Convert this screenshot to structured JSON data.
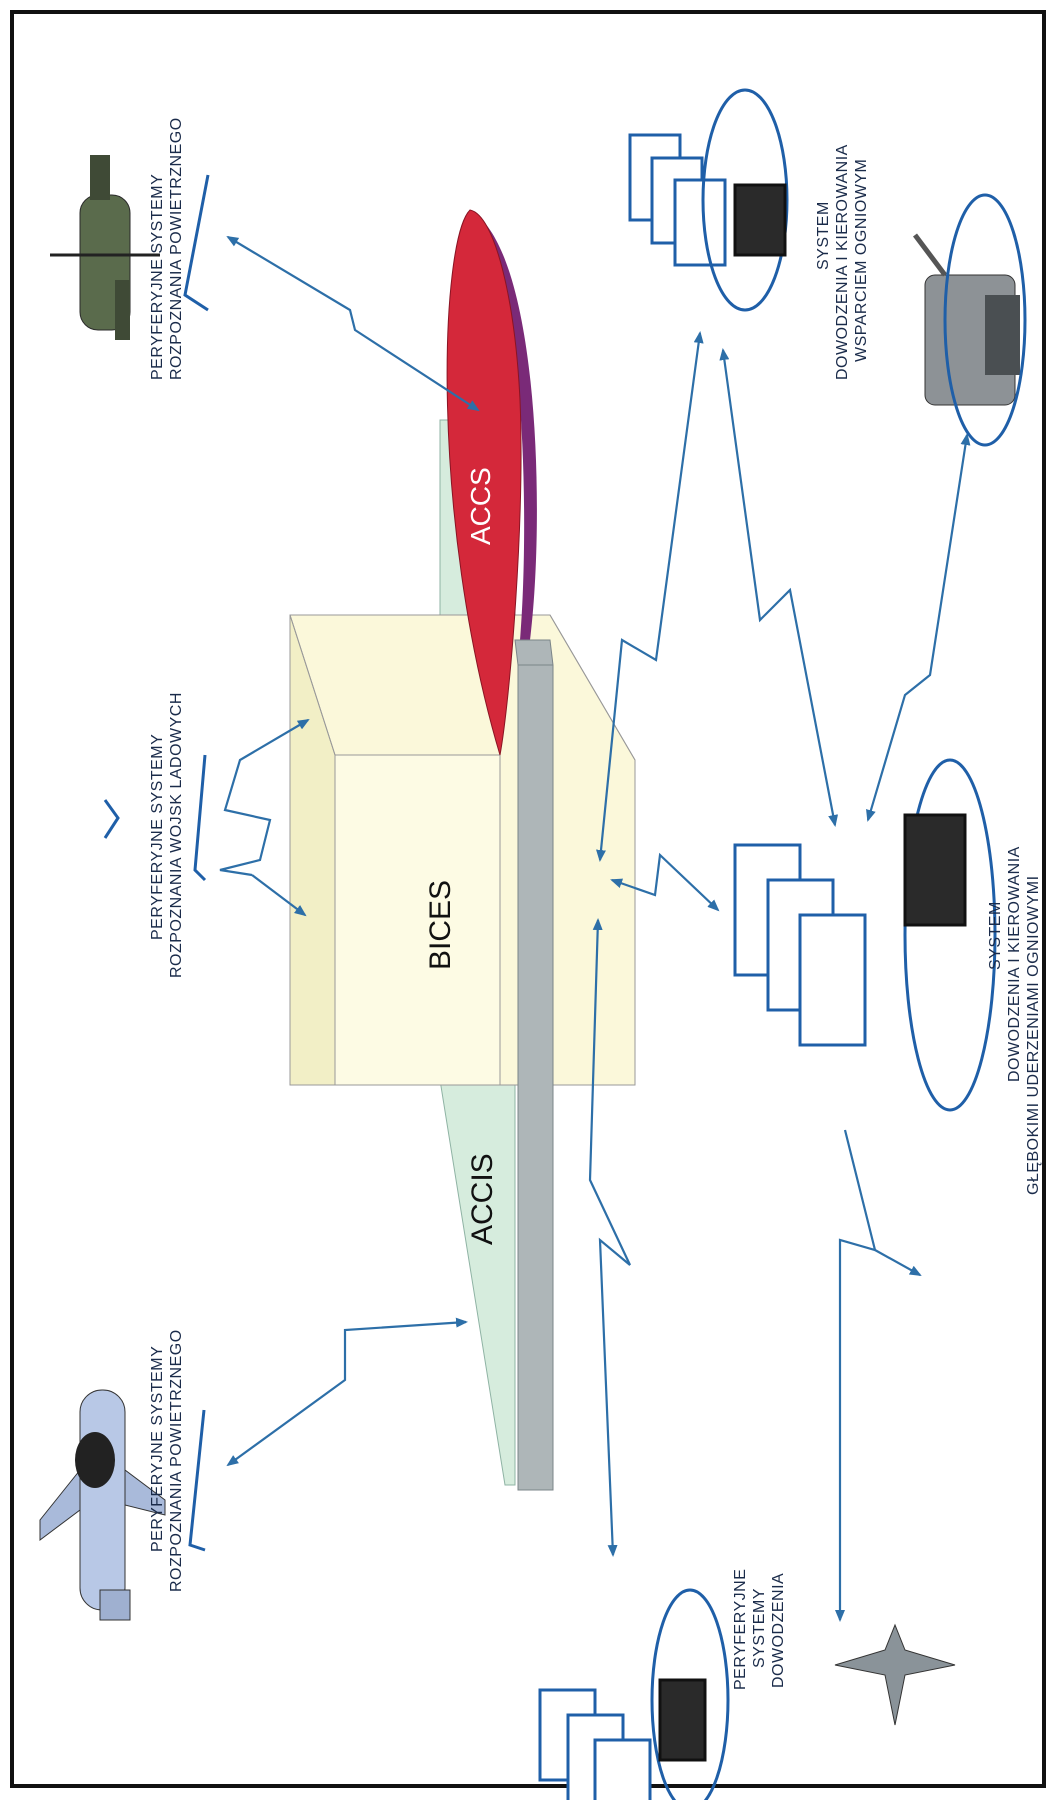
{
  "core": {
    "bices": "BICES",
    "accis": "ACCIS",
    "accs": "ACCS"
  },
  "labels": {
    "air_recon_top": [
      "PERYFERYJNE  SYSTEMY",
      "ROZPOZNANIA POWIETRZNEGO"
    ],
    "land_recon": [
      "PERYFERYJNE  SYSTEMY",
      "ROZPOZNANIA WOJSK LADOWYCH"
    ],
    "air_recon_bottom": [
      "PERYFERYJNE  SYSTEMY",
      "ROZPOZNANIA POWIETRZNEGO"
    ],
    "fire_support": [
      "SYSTEM",
      "DOWODZENIA I KIEROWANIA",
      "WSPARCIEM OGNIOWYM"
    ],
    "deep_strike": [
      "SYSTEM",
      "DOWODZENIA I KIEROWANIA",
      "GŁĘBOKIMI UDERZENIAMI OGNIOWYMI"
    ],
    "command": [
      "PERYFERYJNE",
      "SYSTEMY",
      "DOWODZENIA"
    ]
  },
  "colors": {
    "arrow": "#2d6fa8",
    "accs_red": "#d4283a",
    "accs_purple": "#7a2a78",
    "bices_fill": "#fbf8da",
    "accis_fill": "#d6ecdd",
    "bar_gray": "#aeb6b8",
    "node_blue": "#1f5fa8"
  }
}
